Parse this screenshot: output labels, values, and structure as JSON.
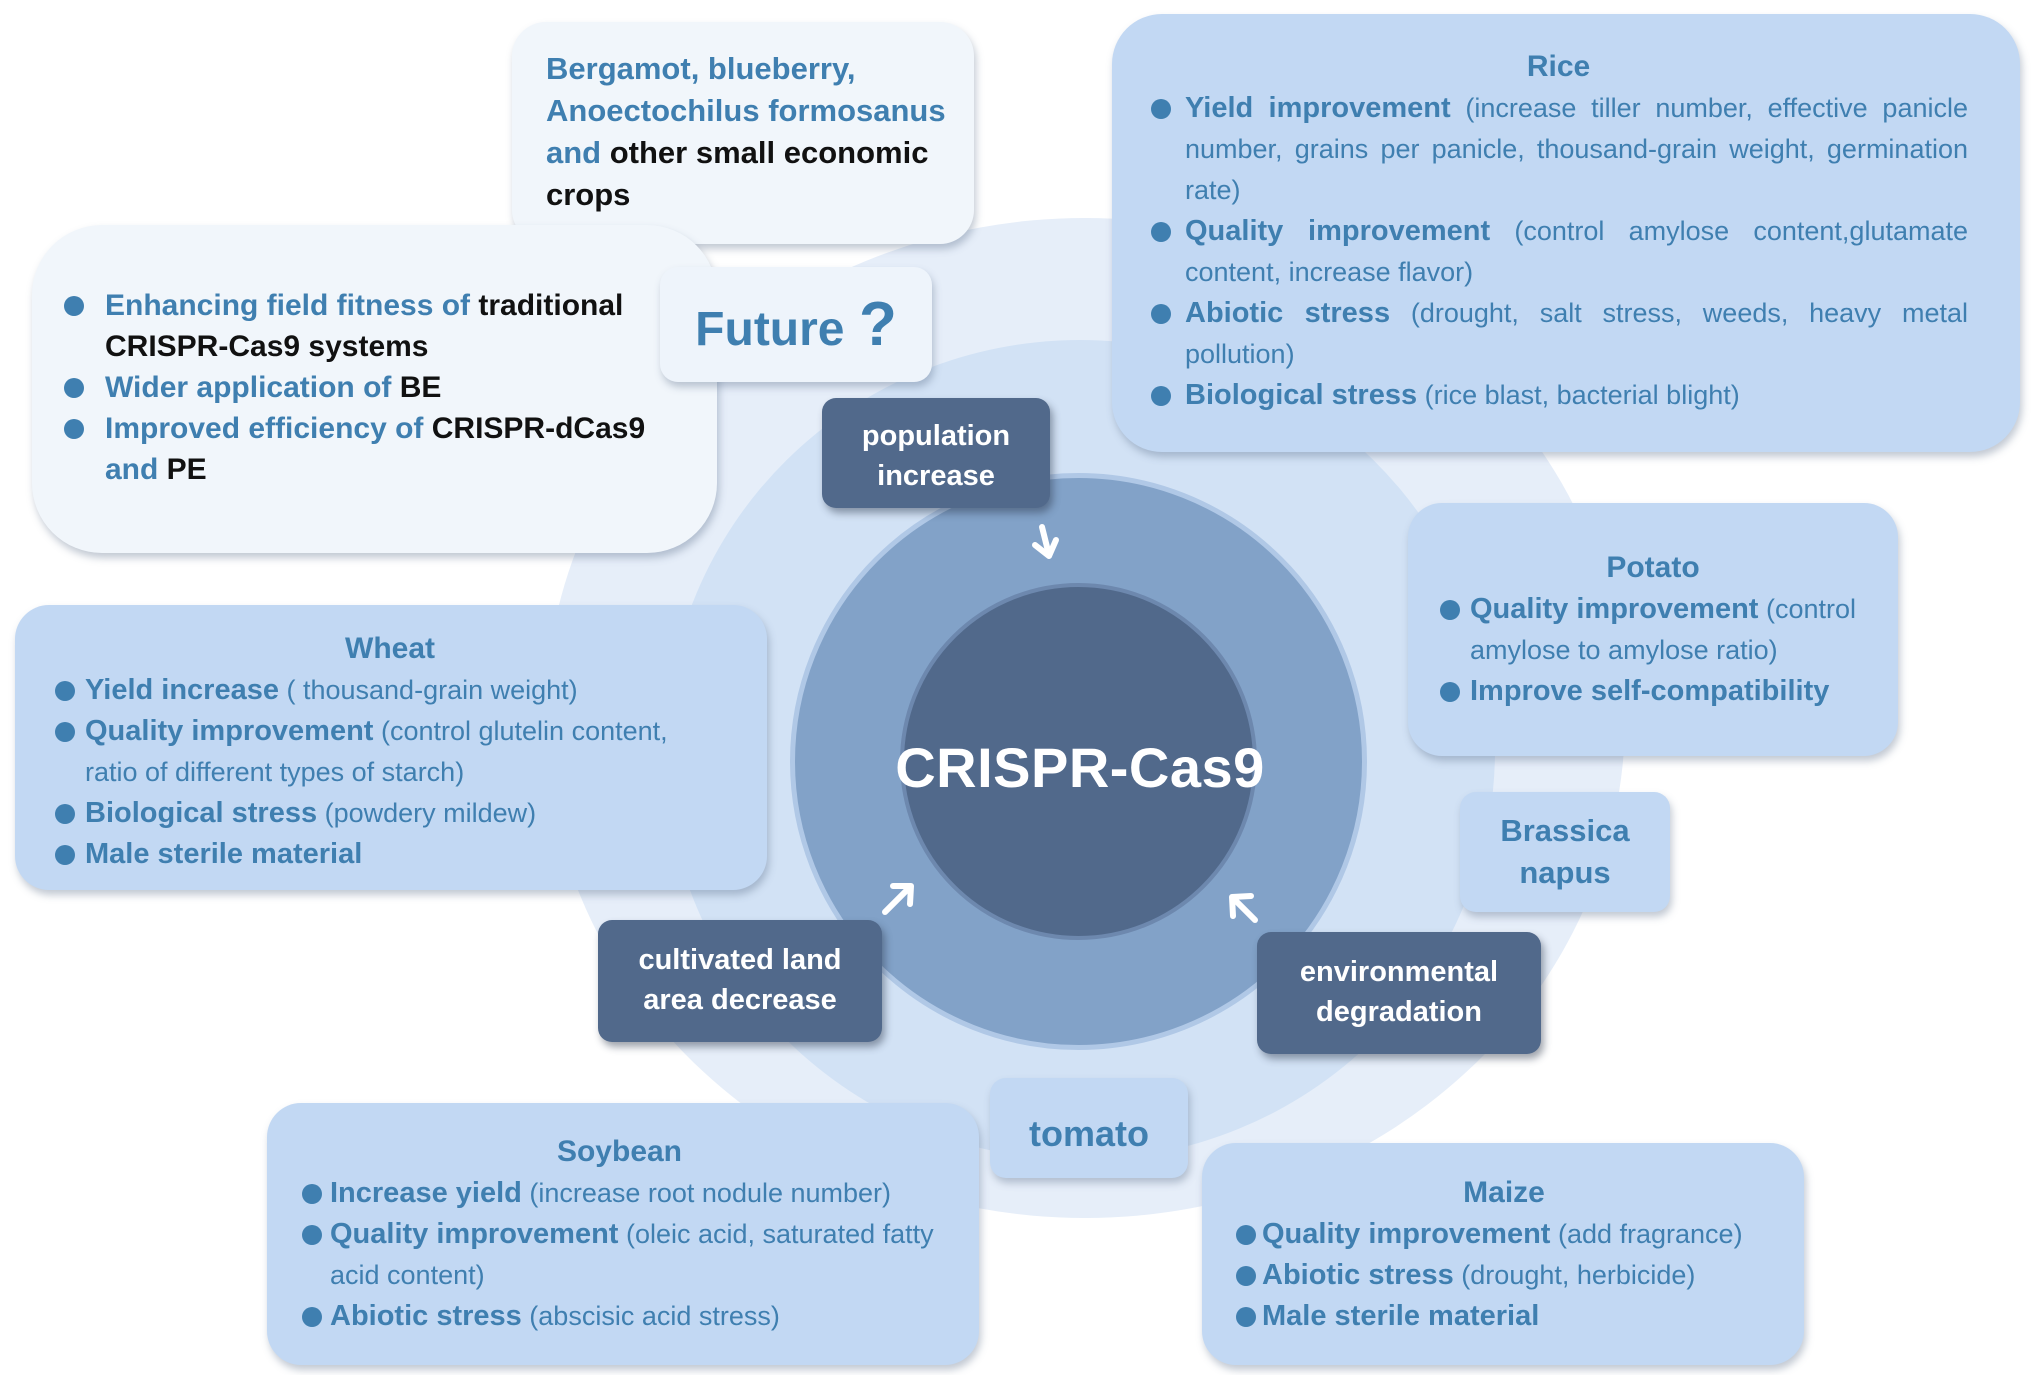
{
  "center": {
    "label": "CRISPR-Cas9"
  },
  "drivers": {
    "population": "population increase",
    "land": "cultivated land area decrease",
    "environment": "environmental degradation"
  },
  "future": {
    "label": "Future",
    "mark": "?",
    "items": [
      {
        "blue": "Enhancing field fitness of ",
        "black": "traditional CRISPR-Cas9 systems"
      },
      {
        "blue": "Wider application of ",
        "black": "BE"
      },
      {
        "blue": "Improved efficiency of ",
        "black": "CRISPR-dCas9",
        "blue2": " and ",
        "black2": "PE"
      }
    ]
  },
  "small_crops": {
    "blue": "Bergamot, blueberry, Anoectochilus formosanus and",
    "black": " other small economic crops"
  },
  "rice": {
    "title": "Rice",
    "items": [
      {
        "name": "Yield improvement",
        "detail": " (increase tiller number, effective panicle number, grains per panicle, thousand-grain weight, germination rate)"
      },
      {
        "name": "Quality improvement",
        "detail": " (control amylose content,glutamate content, increase flavor)"
      },
      {
        "name": "Abiotic stress",
        "detail": " (drought, salt stress, weeds, heavy metal pollution)"
      },
      {
        "name": "Biological stress",
        "detail": " (rice blast, bacterial blight)"
      }
    ]
  },
  "potato": {
    "title": "Potato",
    "items": [
      {
        "name": "Quality improvement",
        "detail": " (control amylose to amylose ratio)"
      },
      {
        "name": "Improve self-compatibility",
        "detail": ""
      }
    ]
  },
  "brassica": {
    "label": "Brassica napus"
  },
  "tomato": {
    "label": "tomato"
  },
  "wheat": {
    "title": "Wheat",
    "items": [
      {
        "name": "Yield increase",
        "detail": " ( thousand-grain weight)"
      },
      {
        "name": "Quality improvement",
        "detail": " (control glutelin content, ratio of different types of starch)"
      },
      {
        "name": "Biological stress",
        "detail": " (powdery mildew)"
      },
      {
        "name": "Male sterile material",
        "detail": ""
      }
    ]
  },
  "soybean": {
    "title": "Soybean",
    "items": [
      {
        "name": "Increase yield",
        "detail": " (increase root nodule number)"
      },
      {
        "name": "Quality improvement",
        "detail": " (oleic acid, saturated fatty acid content)"
      },
      {
        "name": "Abiotic stress",
        "detail": " (abscisic acid stress)"
      }
    ]
  },
  "maize": {
    "title": "Maize",
    "items": [
      {
        "name": "Quality improvement",
        "detail": " (add fragrance)"
      },
      {
        "name": "Abiotic stress",
        "detail": " (drought, herbicide)"
      },
      {
        "name": "Male sterile material",
        "detail": ""
      }
    ]
  },
  "colors": {
    "accent": "#3f7fb0",
    "dark_box": "#51698b",
    "light_box": "#c2d8f3",
    "core": "#51698b",
    "inner_ring": "#82a2c8"
  }
}
